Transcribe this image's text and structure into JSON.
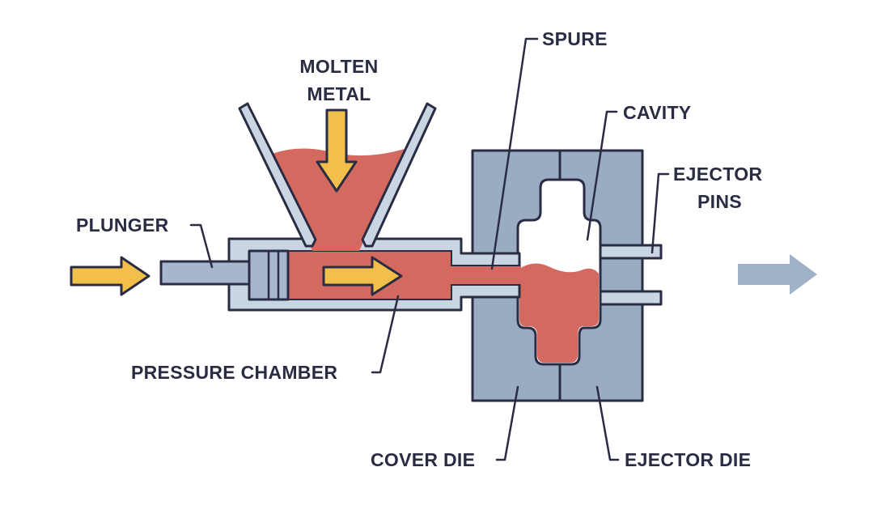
{
  "labels": {
    "molten_metal_line1": "MOLTEN",
    "molten_metal_line2": "METAL",
    "spure": "SPURE",
    "cavity": "CAVITY",
    "ejector_pins_line1": "EJECTOR",
    "ejector_pins_line2": "PINS",
    "plunger": "PLUNGER",
    "pressure_chamber": "PRESSURE CHAMBER",
    "cover_die": "COVER DIE",
    "ejector_die": "EJECTOR DIE"
  },
  "colors": {
    "outline": "#2a2c43",
    "die_fill": "#9aacc2",
    "pipe_fill": "#c9d5e3",
    "molten_fill": "#d46a5f",
    "arrow_yellow": "#f2c04a",
    "arrow_blue": "#9fb2c8",
    "background": "#ffffff"
  },
  "icons": {
    "feed_arrow": "arrow-right-icon",
    "pour_arrow": "arrow-down-icon",
    "flow_arrow": "arrow-right-icon",
    "eject_arrow": "arrow-right-icon"
  }
}
